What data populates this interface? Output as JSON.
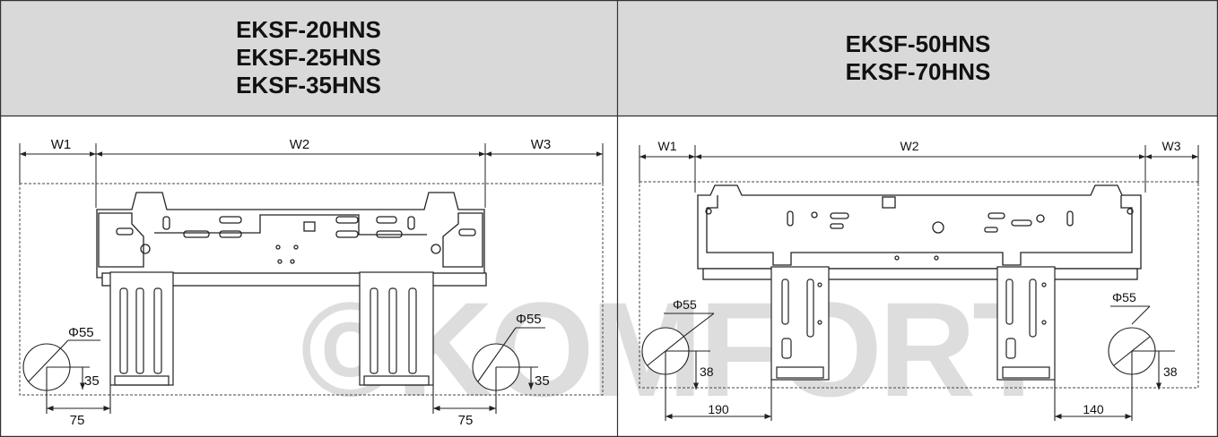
{
  "left_panel": {
    "models": [
      "EKSF-20HNS",
      "EKSF-25HNS",
      "EKSF-35HNS"
    ],
    "dims": {
      "w1": "W1",
      "w2": "W2",
      "w3": "W3"
    },
    "left_hole": {
      "diameter": "Φ55",
      "height": "35",
      "offset": "75"
    },
    "right_hole": {
      "diameter": "Φ55",
      "height": "35",
      "offset": "75"
    }
  },
  "right_panel": {
    "models": [
      "EKSF-50HNS",
      "EKSF-70HNS"
    ],
    "dims": {
      "w1": "W1",
      "w2": "W2",
      "w3": "W3"
    },
    "left_hole": {
      "diameter": "Φ55",
      "height": "38",
      "offset": "190"
    },
    "right_hole": {
      "diameter": "Φ55",
      "height": "38",
      "offset": "140"
    }
  },
  "watermark": "©KOMFORT"
}
